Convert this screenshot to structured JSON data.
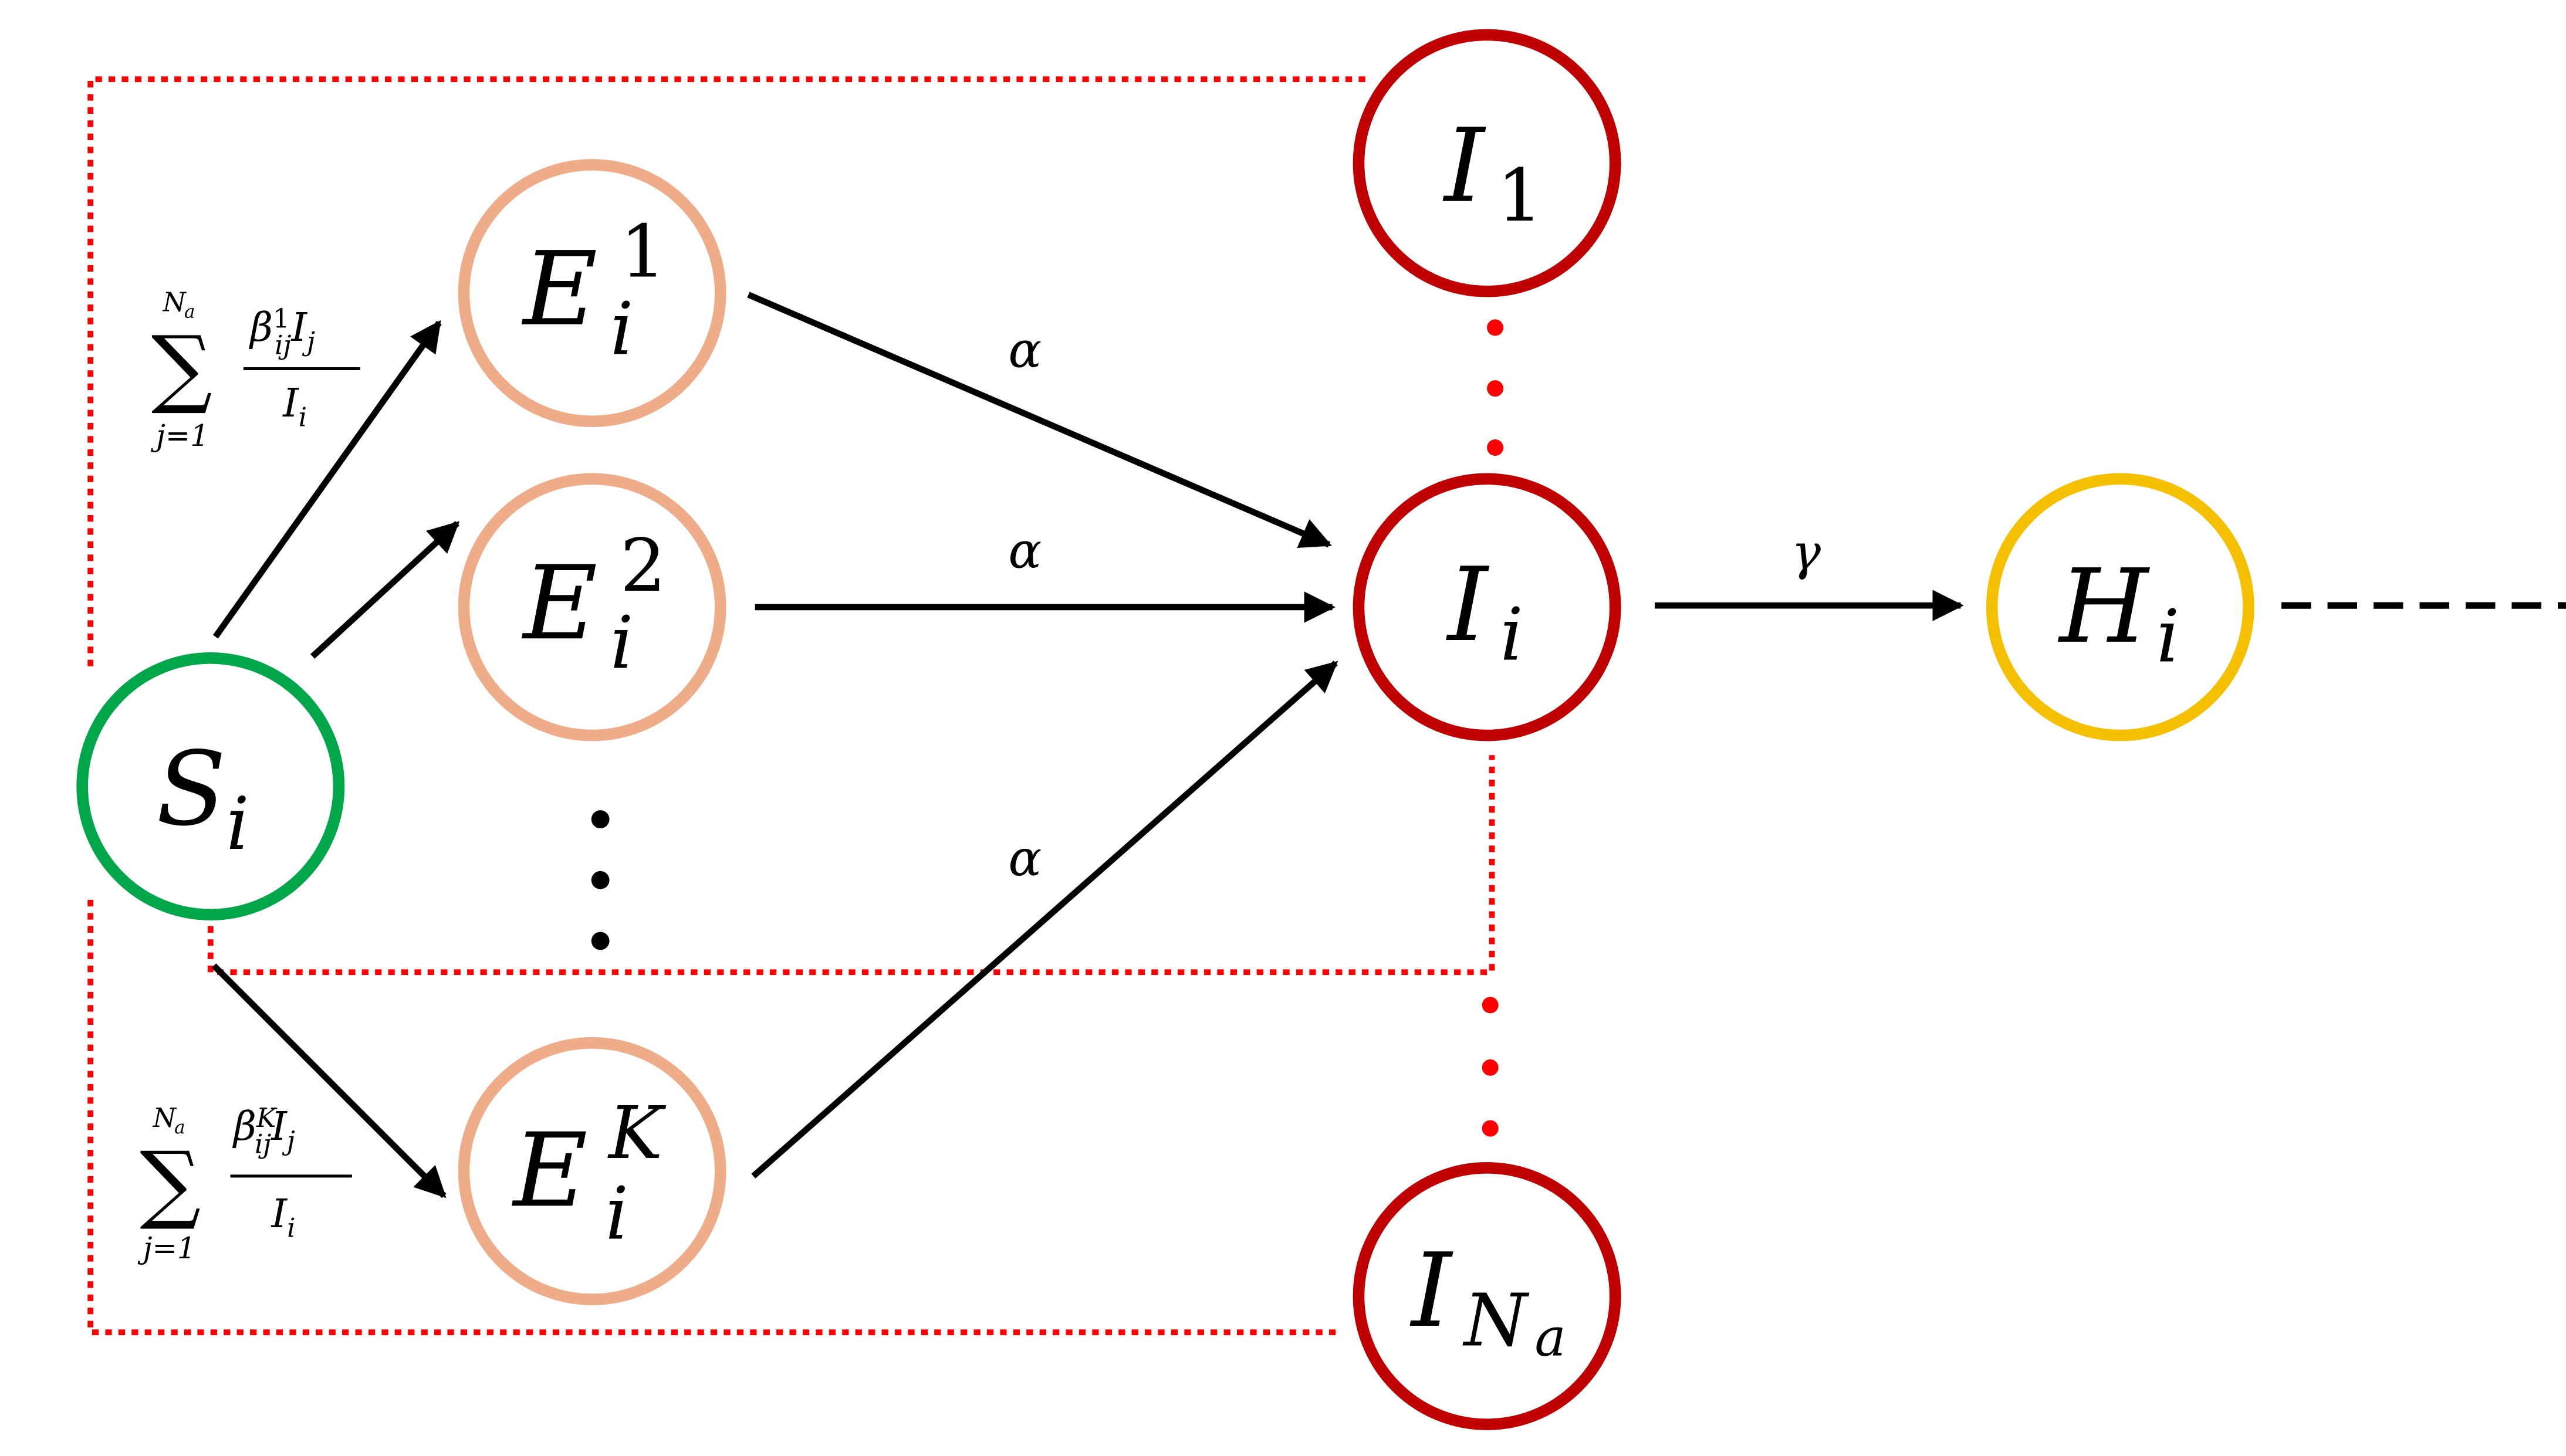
{
  "colors": {
    "susceptible": "#00a64a",
    "exposed": "#eeac88",
    "infected": "#c00000",
    "hospitalized": "#f5c000",
    "dotted": "#ff0000",
    "arrow": "#000000"
  },
  "nodes": {
    "S": {
      "base": "S",
      "sub": "i"
    },
    "E1": {
      "base": "E",
      "sub": "i",
      "sup": "1"
    },
    "E2": {
      "base": "E",
      "sub": "i",
      "sup": "2"
    },
    "EK": {
      "base": "E",
      "sub": "i",
      "sup": "K"
    },
    "I1": {
      "base": "I",
      "sub": "1"
    },
    "Ii": {
      "base": "I",
      "sub": "i"
    },
    "INa": {
      "base": "I",
      "sub": "N",
      "subsub": "a"
    },
    "H": {
      "base": "H",
      "sub": "i"
    }
  },
  "rates": {
    "alpha": "α",
    "gamma": "γ"
  },
  "formulas": {
    "top": {
      "sum": "∑",
      "upper": "N",
      "upper_sub": "a",
      "lower": "j=1",
      "num_beta": "β",
      "num_sup": "1",
      "num_sub": "ij",
      "num_I": "I",
      "num_I_sub": "j",
      "den_I": "I",
      "den_sub": "i"
    },
    "bottom": {
      "sum": "∑",
      "upper": "N",
      "upper_sub": "a",
      "lower": "j=1",
      "num_beta": "β",
      "num_sup": "K",
      "num_sub": "ij",
      "num_I": "I",
      "num_I_sub": "j",
      "den_I": "I",
      "den_sub": "i"
    }
  }
}
